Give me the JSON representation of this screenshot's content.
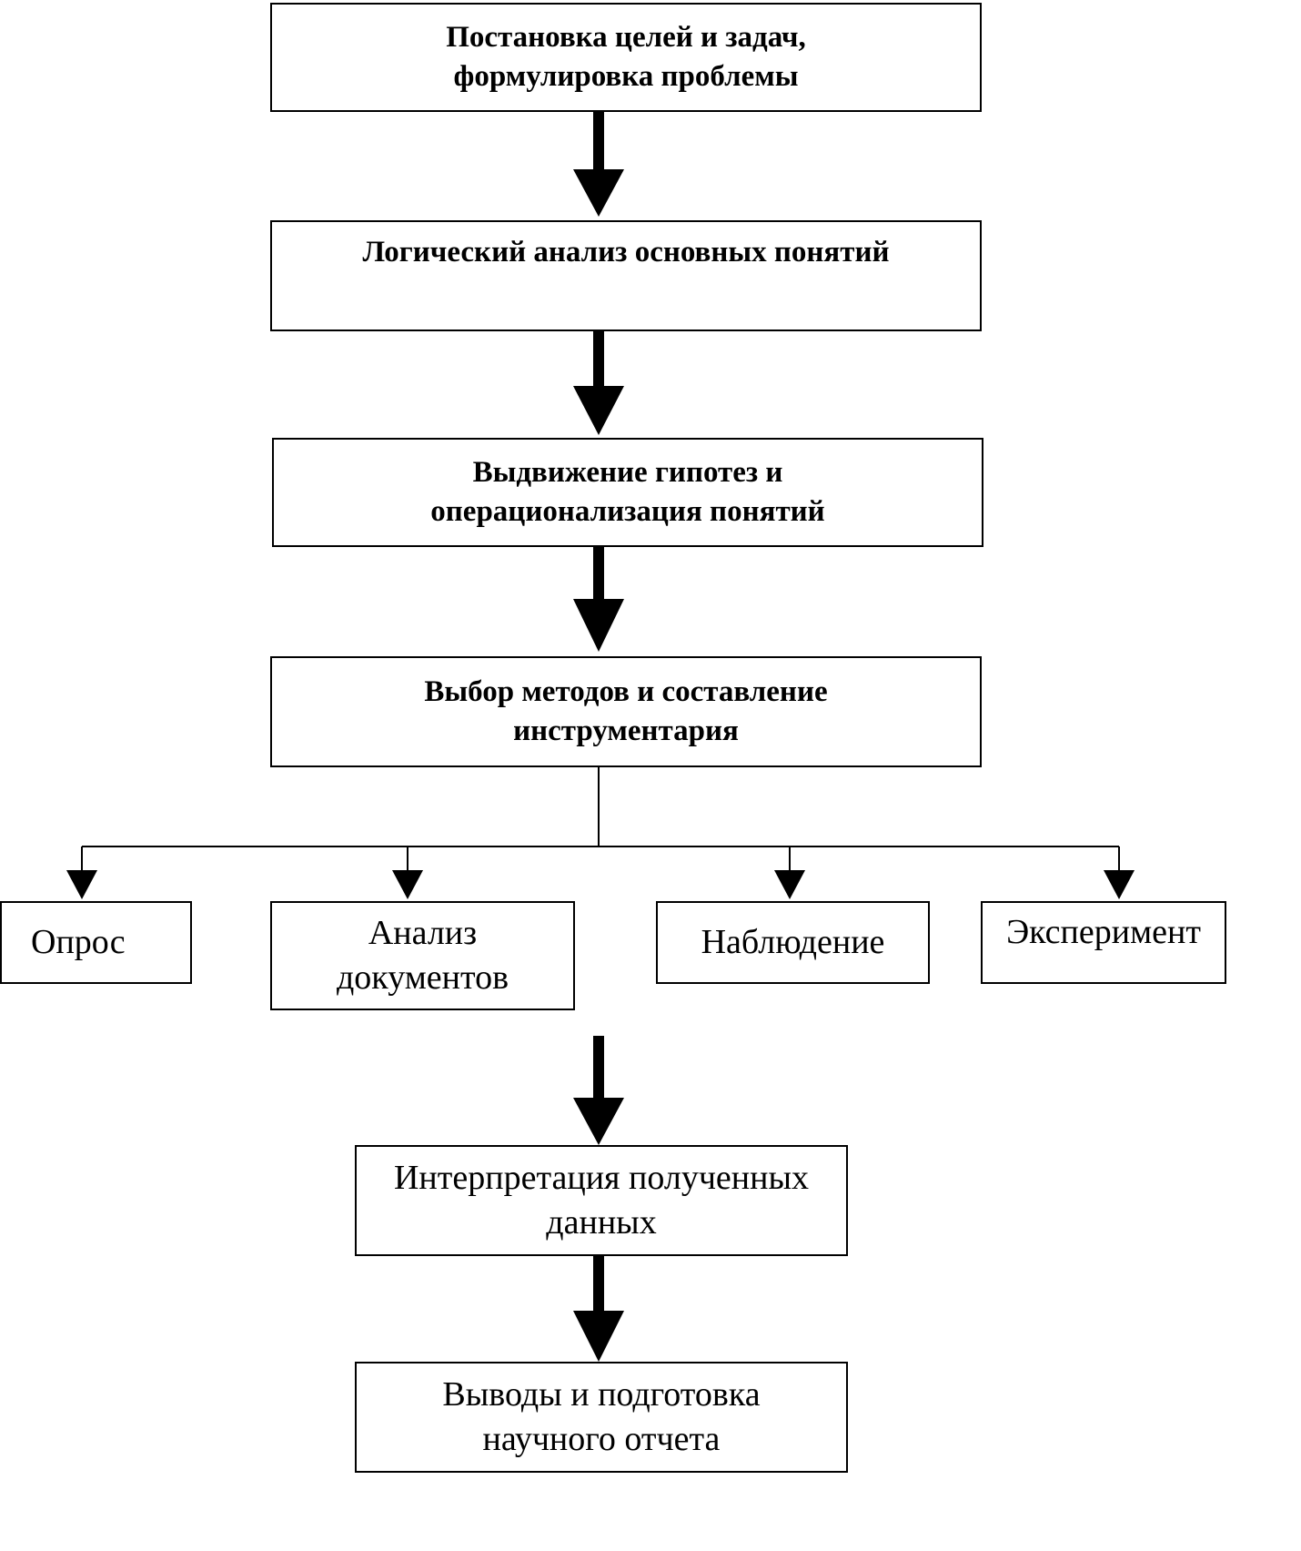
{
  "steps": [
    {
      "lines": [
        "Постановка целей и задач,",
        "формулировка проблемы"
      ]
    },
    {
      "lines": [
        "Логический анализ основных понятий"
      ]
    },
    {
      "lines": [
        "Выдвижение гипотез и",
        "операционализация понятий"
      ]
    },
    {
      "lines": [
        "Выбор методов и составление",
        "инструментария"
      ]
    }
  ],
  "methods": [
    {
      "lines": [
        "Опрос"
      ]
    },
    {
      "lines": [
        "Анализ",
        "документов"
      ]
    },
    {
      "lines": [
        "Наблюдение"
      ]
    },
    {
      "lines": [
        "Эксперимент"
      ]
    }
  ],
  "final_steps": [
    {
      "lines": [
        "Интерпретация полученных",
        "данных"
      ]
    },
    {
      "lines": [
        "Выводы и подготовка",
        "научного отчета"
      ]
    }
  ]
}
